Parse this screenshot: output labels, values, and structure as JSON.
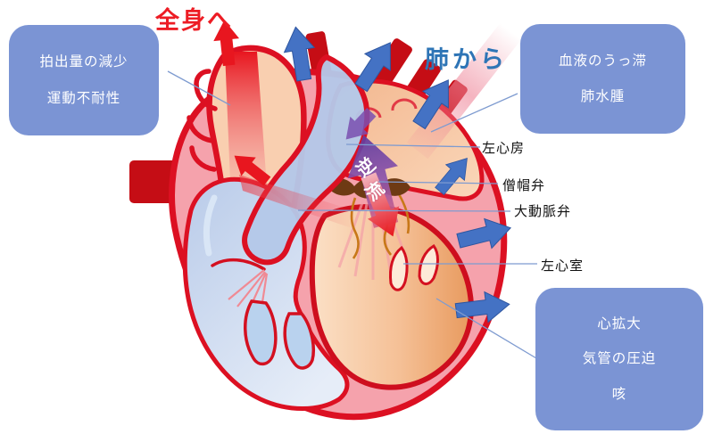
{
  "titles": {
    "systemic": "全身へ",
    "from_lungs": "肺から"
  },
  "callouts": {
    "left": {
      "lines": [
        "拍出量の減少",
        "運動不耐性"
      ]
    },
    "right": {
      "lines": [
        "血液のうっ滞",
        "肺水腫"
      ]
    },
    "bottom_right": {
      "lines": [
        "心拡大",
        "気管の圧迫",
        "咳"
      ]
    }
  },
  "anatomy_labels": {
    "left_atrium": "左心房",
    "mitral_valve": "僧帽弁",
    "aortic_valve": "大動脈弁",
    "left_ventricle": "左心室"
  },
  "flow": {
    "regurgitation": "逆流",
    "chars": [
      "逆",
      "流"
    ]
  },
  "colors": {
    "callout_bg": "#7B94D4",
    "title_systemic": "#ED1C24",
    "title_lungs": "#2E75B6",
    "arrow_blue": "#4472C4",
    "arrow_purple": "#6A3FA6",
    "arrow_red": "#E8161F",
    "heart_outline": "#DC1022",
    "leader_line": "#7E9BD0",
    "label_text": "#111111"
  }
}
